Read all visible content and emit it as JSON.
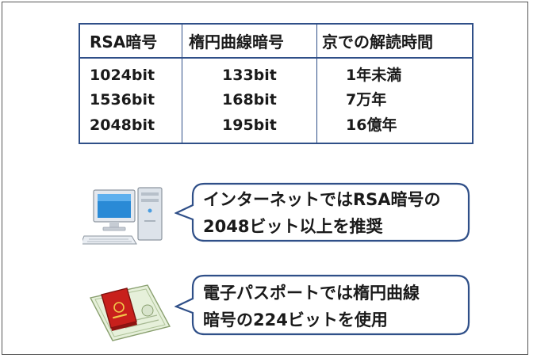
{
  "table": {
    "headers": [
      "RSA暗号",
      "楕円曲線暗号",
      "京での解読時間"
    ],
    "rows": [
      [
        "1024bit",
        "133bit",
        "1年未満"
      ],
      [
        "1536bit",
        "168bit",
        "7万年"
      ],
      [
        "2048bit",
        "195bit",
        "16億年"
      ]
    ]
  },
  "callouts": {
    "internet": [
      "インターネットではRSA暗号の",
      "2048ビット以上を推奨"
    ],
    "passport": [
      "電子パスポートでは楕円曲線",
      "暗号の224ビットを使用"
    ]
  },
  "icons": {
    "computer": "desktop-computer-icon",
    "passport": "passport-certificate-icon"
  },
  "colors": {
    "table_border": "#2f4f88",
    "bubble_border": "#2f4f88",
    "passport_red": "#c8201c",
    "monitor_screen": "#2a8ad6"
  }
}
